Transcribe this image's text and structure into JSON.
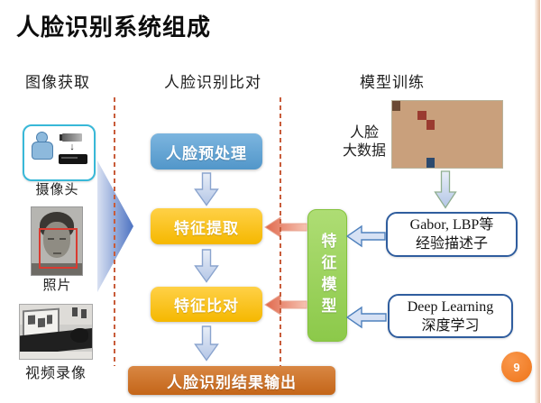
{
  "slide": {
    "title": "人脸识别系统组成",
    "page_number": "9"
  },
  "headers": {
    "acquisition": "图像获取",
    "matching": "人脸识别比对",
    "training": "模型训练"
  },
  "acquisition": {
    "camera_label": "摄像头",
    "photo_label": "照片",
    "video_label": "视频录像"
  },
  "pipeline": {
    "preprocess": "人脸预处理",
    "extract": "特征提取",
    "compare": "特征比对",
    "output": "人脸识别结果输出"
  },
  "training": {
    "bigdata_line1": "人脸",
    "bigdata_line2": "大数据",
    "gabor_line1": "Gabor, LBP等",
    "gabor_line2": "经验描述子",
    "dl_line1": "Deep Learning",
    "dl_line2": "深度学习",
    "model": "特征模型"
  },
  "colors": {
    "step_blue": "#57a0d6",
    "step_orange": "#ffbf00",
    "output_orange": "#d06c1a",
    "model_green": "#9ad05c",
    "dashed_line": "#c85c3a",
    "method_border": "#2f5d9e",
    "page_badge": "#ef7418",
    "camera_border": "#38b8d8",
    "arrow_blue_fill": "#d3def2",
    "arrow_salmon": "#e2705a"
  },
  "mosaic": {
    "cols": 13,
    "rows": 7,
    "palette": [
      "#c9a07c",
      "#8a6548",
      "#3a2d26",
      "#d8c3ae",
      "#6b4a33",
      "#b07d5a",
      "#e3d6c8",
      "#4a5568",
      "#9a3b30",
      "#2c4a6e",
      "#c4b03c",
      "#76624f",
      "#5a7a4a",
      "#8c2f2f",
      "#d99a6a",
      "#45403c"
    ]
  }
}
